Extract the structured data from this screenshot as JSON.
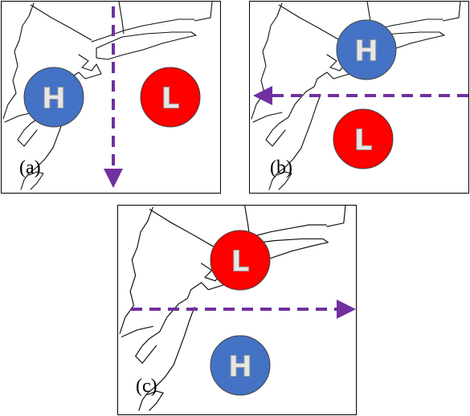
{
  "panels": [
    {
      "id": "a",
      "label": "(a)",
      "centers": [
        {
          "type": "high",
          "letter": "H",
          "color": "#4472c4"
        },
        {
          "type": "low",
          "letter": "L",
          "color": "#ff0000"
        }
      ],
      "arrow": {
        "direction": "south",
        "color": "#7030a0"
      }
    },
    {
      "id": "b",
      "label": "(b)",
      "centers": [
        {
          "type": "high",
          "letter": "H",
          "color": "#4472c4"
        },
        {
          "type": "low",
          "letter": "L",
          "color": "#ff0000"
        }
      ],
      "arrow": {
        "direction": "west",
        "color": "#7030a0"
      }
    },
    {
      "id": "c",
      "label": "(c)",
      "centers": [
        {
          "type": "low",
          "letter": "L",
          "color": "#ff0000"
        },
        {
          "type": "high",
          "letter": "H",
          "color": "#4472c4"
        }
      ],
      "arrow": {
        "direction": "east",
        "color": "#7030a0"
      }
    }
  ]
}
